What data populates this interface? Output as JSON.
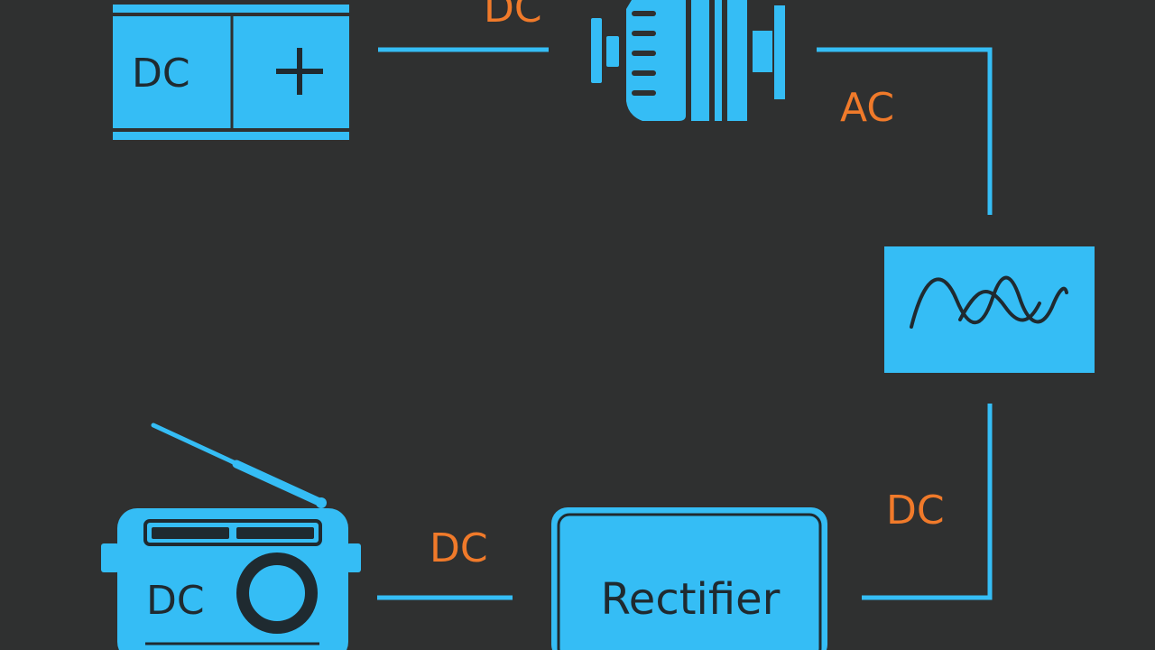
{
  "colors": {
    "background": "#2f3030",
    "component_blue": "#35bdf5",
    "label_orange": "#f07a2a",
    "ink_dark": "#1f2a30"
  },
  "battery": {
    "label": "DC",
    "icon": "battery-plus-icon",
    "symbol": "+"
  },
  "generator": {
    "icon": "alternator-icon"
  },
  "oscillator": {
    "icon": "sine-wave-icon"
  },
  "rectifier": {
    "label": "Rectifier"
  },
  "radio": {
    "label": "DC",
    "icon": "radio-icon"
  },
  "connections": {
    "battery_to_generator": "DC",
    "generator_to_oscillator": "AC",
    "oscillator_to_rectifier": "DC",
    "rectifier_to_radio": "DC"
  }
}
